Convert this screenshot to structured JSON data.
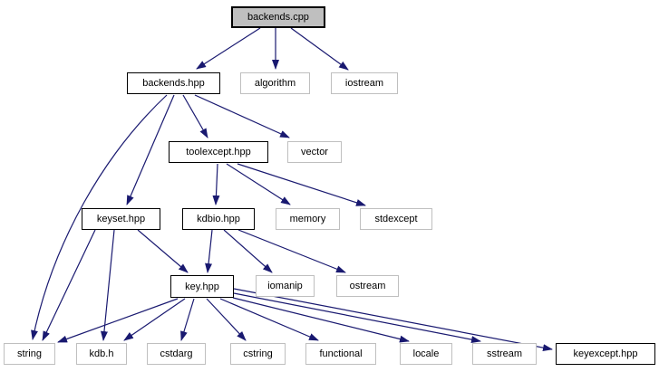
{
  "diagram_type": "include-dependency-graph",
  "colors": {
    "edge": "#191970",
    "node_fill": "#ffffff",
    "current_node_fill": "#bfbfbf",
    "linked_node_border": "#000000",
    "system_node_border": "#bfbfbf",
    "background": "#ffffff",
    "text": "#000000"
  },
  "nodes": {
    "backends_cpp": {
      "label": "backends.cpp"
    },
    "backends_hpp": {
      "label": "backends.hpp"
    },
    "algorithm": {
      "label": "algorithm"
    },
    "iostream": {
      "label": "iostream"
    },
    "toolexcept_hpp": {
      "label": "toolexcept.hpp"
    },
    "vector": {
      "label": "vector"
    },
    "keyset_hpp": {
      "label": "keyset.hpp"
    },
    "kdbio_hpp": {
      "label": "kdbio.hpp"
    },
    "memory": {
      "label": "memory"
    },
    "stdexcept": {
      "label": "stdexcept"
    },
    "key_hpp": {
      "label": "key.hpp"
    },
    "iomanip": {
      "label": "iomanip"
    },
    "ostream": {
      "label": "ostream"
    },
    "string": {
      "label": "string"
    },
    "kdb_h": {
      "label": "kdb.h"
    },
    "cstdarg": {
      "label": "cstdarg"
    },
    "cstring": {
      "label": "cstring"
    },
    "functional": {
      "label": "functional"
    },
    "locale": {
      "label": "locale"
    },
    "sstream": {
      "label": "sstream"
    },
    "keyexcept_hpp": {
      "label": "keyexcept.hpp"
    }
  },
  "edges": [
    {
      "from": "backends_cpp",
      "to": "backends_hpp"
    },
    {
      "from": "backends_cpp",
      "to": "algorithm"
    },
    {
      "from": "backends_cpp",
      "to": "iostream"
    },
    {
      "from": "backends_hpp",
      "to": "string"
    },
    {
      "from": "backends_hpp",
      "to": "keyset_hpp"
    },
    {
      "from": "backends_hpp",
      "to": "toolexcept_hpp"
    },
    {
      "from": "backends_hpp",
      "to": "vector"
    },
    {
      "from": "toolexcept_hpp",
      "to": "kdbio_hpp"
    },
    {
      "from": "toolexcept_hpp",
      "to": "memory"
    },
    {
      "from": "toolexcept_hpp",
      "to": "stdexcept"
    },
    {
      "from": "keyset_hpp",
      "to": "string"
    },
    {
      "from": "keyset_hpp",
      "to": "kdb_h"
    },
    {
      "from": "keyset_hpp",
      "to": "key_hpp"
    },
    {
      "from": "kdbio_hpp",
      "to": "key_hpp"
    },
    {
      "from": "kdbio_hpp",
      "to": "iomanip"
    },
    {
      "from": "kdbio_hpp",
      "to": "ostream"
    },
    {
      "from": "key_hpp",
      "to": "string"
    },
    {
      "from": "key_hpp",
      "to": "kdb_h"
    },
    {
      "from": "key_hpp",
      "to": "cstdarg"
    },
    {
      "from": "key_hpp",
      "to": "cstring"
    },
    {
      "from": "key_hpp",
      "to": "functional"
    },
    {
      "from": "key_hpp",
      "to": "locale"
    },
    {
      "from": "key_hpp",
      "to": "sstream"
    },
    {
      "from": "key_hpp",
      "to": "keyexcept_hpp"
    }
  ]
}
